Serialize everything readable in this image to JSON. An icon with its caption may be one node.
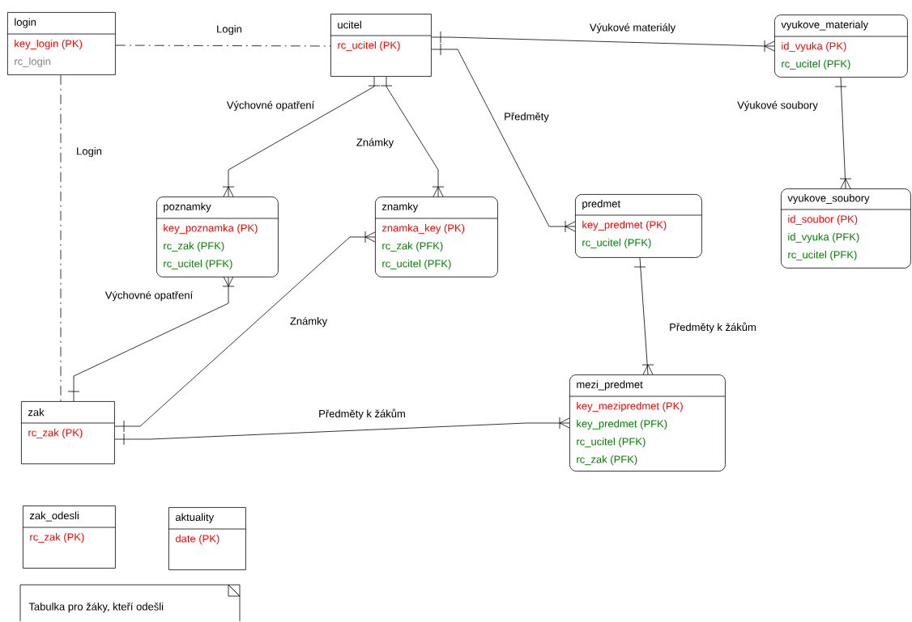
{
  "diagram": {
    "nodes": [
      {
        "text": [
          "login",
          "key_login (PK)",
          "rc_login"
        ]
      },
      {
        "text": [
          "ucitel",
          "rc_ucitel (PK)"
        ]
      },
      {
        "text": [
          "vyukove_materialy",
          "id_vyuka (PK)",
          "rc_ucitel (PFK)"
        ]
      },
      {
        "text": [
          "poznamky",
          "key_poznamka (PK)",
          "rc_zak (PFK)",
          "rc_ucitel (PFK)"
        ]
      },
      {
        "text": [
          "znamky",
          "znamka_key (PK)",
          "rc_zak (PFK)",
          "rc_ucitel (PFK)"
        ]
      },
      {
        "text": [
          "predmet",
          "key_predmet (PK)",
          "rc_ucitel (PFK)"
        ]
      },
      {
        "text": [
          "vyukove_soubory",
          "id_soubor (PK)",
          "id_vyuka (PFK)",
          "rc_ucitel (PFK)"
        ]
      },
      {
        "text": [
          "zak",
          "rc_zak (PK)"
        ]
      },
      {
        "text": [
          "mezi_predmet",
          "key_mezipredmet (PK)",
          "key_predmet (PFK)",
          "rc_ucitel (PFK)",
          "rc_zak (PFK)"
        ]
      },
      {
        "text": [
          "zak_odesli",
          "rc_zak (PK)"
        ]
      },
      {
        "text": [
          "aktuality",
          "date (PK)"
        ]
      },
      {
        "text": [
          "Tabulka pro žáky, kteří odešli"
        ]
      }
    ],
    "edges": [
      {
        "from": 0,
        "to": 1,
        "arrow": "none",
        "label": "Login",
        "style": "dashed"
      },
      {
        "from": 0,
        "to": 7,
        "arrow": "none",
        "label": "Login",
        "style": "dashed"
      },
      {
        "from": 1,
        "to": 2,
        "arrow": "other",
        "label": "Výukové materiály"
      },
      {
        "from": 1,
        "to": 5,
        "arrow": "other",
        "label": "Předměty"
      },
      {
        "from": 1,
        "to": 3,
        "arrow": "other",
        "label": "Výchovné opatření"
      },
      {
        "from": 1,
        "to": 4,
        "arrow": "other",
        "label": "Známky"
      },
      {
        "from": 2,
        "to": 6,
        "arrow": "other",
        "label": "Výukové soubory"
      },
      {
        "from": 7,
        "to": 3,
        "arrow": "other",
        "label": "Výchovné opatření"
      },
      {
        "from": 7,
        "to": 4,
        "arrow": "other",
        "label": "Známky"
      },
      {
        "from": 5,
        "to": 8,
        "arrow": "other",
        "label": "Předměty k žákům"
      },
      {
        "from": 7,
        "to": 8,
        "arrow": "other",
        "label": "Předměty k žákům"
      }
    ]
  }
}
